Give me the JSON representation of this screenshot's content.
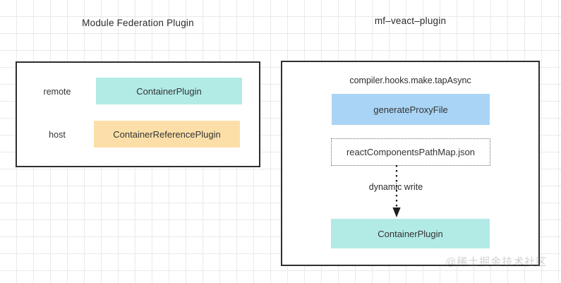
{
  "diagram": {
    "left_group": {
      "title": "Module Federation Plugin",
      "rows": [
        {
          "label": "remote",
          "node": "ContainerPlugin",
          "color": "#b2ebe6"
        },
        {
          "label": "host",
          "node": "ContainerReferencePlugin",
          "color": "#fcdfa8"
        }
      ]
    },
    "right_group": {
      "title": "mf–veact–plugin",
      "hook_label": "compiler.hooks.make.tapAsync",
      "nodes": [
        {
          "name": "generateProxyFile",
          "color": "#a9d4f5",
          "style": "filled"
        },
        {
          "name": "reactComponentsPathMap.json",
          "color": "#ffffff",
          "style": "dotted"
        },
        {
          "name": "ContainerPlugin",
          "color": "#b2ebe6",
          "style": "filled"
        }
      ],
      "edge_label": "dynamic write"
    },
    "watermark": "@稀土掘金技术社区"
  }
}
